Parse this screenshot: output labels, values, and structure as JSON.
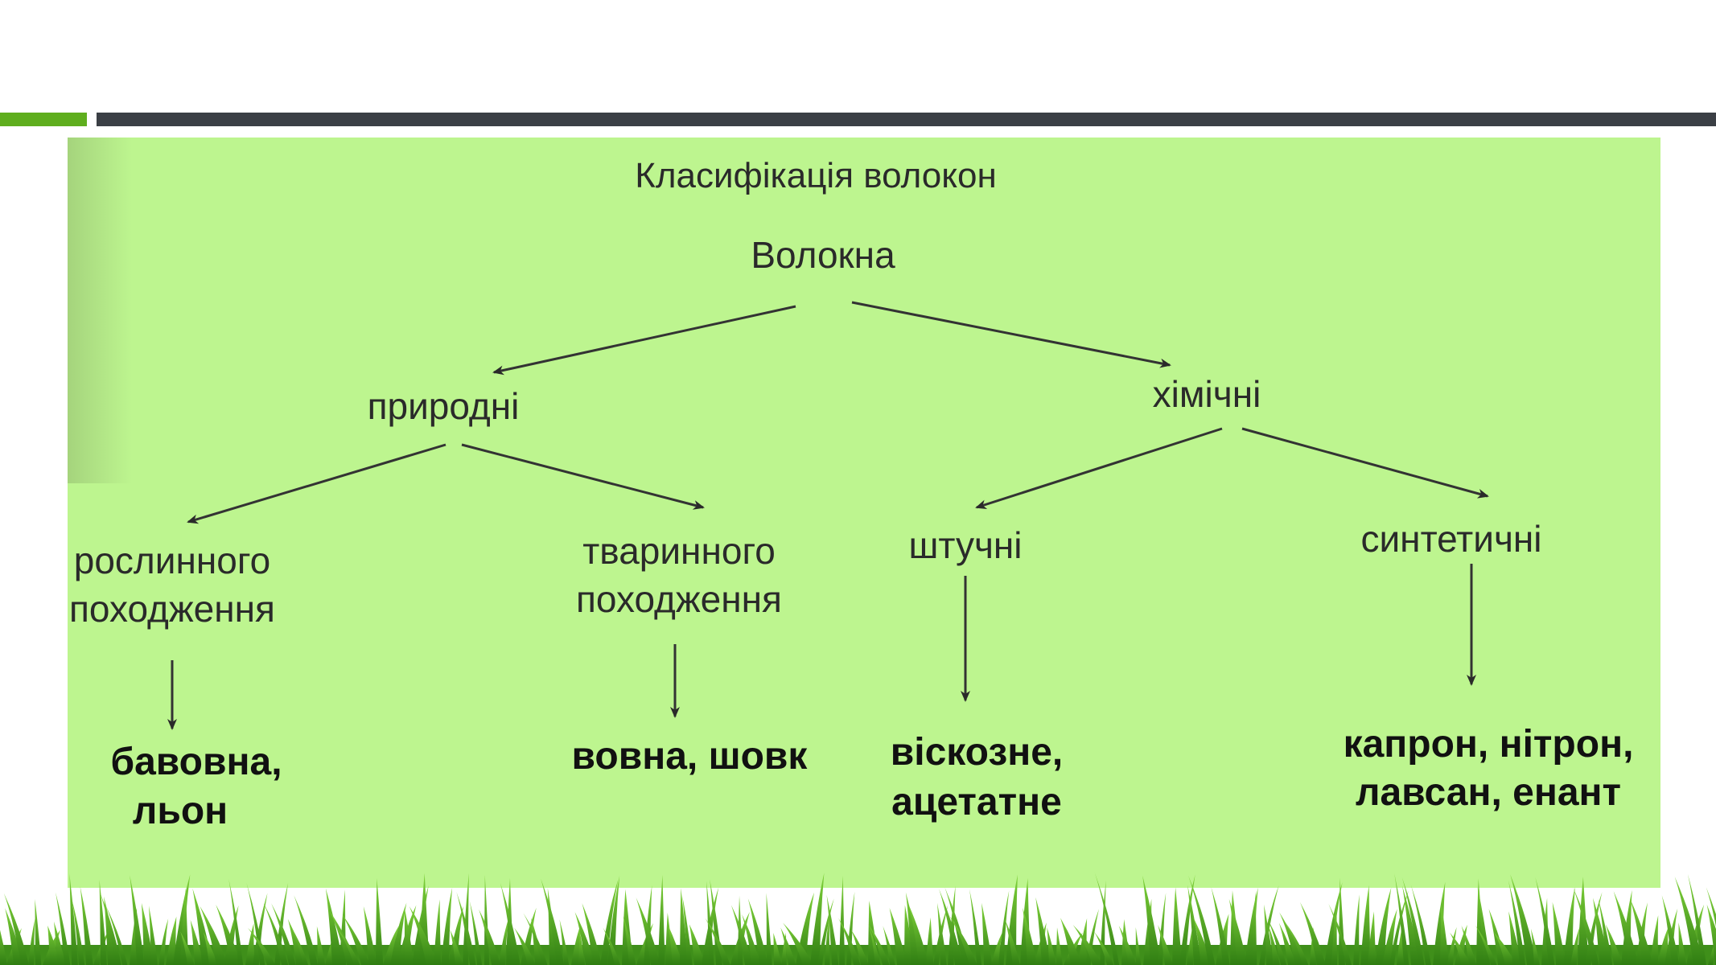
{
  "slide": {
    "accent_color": "#5fae1e",
    "bar_color": "#3b3f45",
    "panel_color": "#bdf58f"
  },
  "diagram": {
    "title": "Класифікація волокон",
    "root": "Волокна",
    "natural": "природні",
    "chemical": "хімічні",
    "plant_line1": "рослинного",
    "plant_line2": "походження",
    "animal_line1": "тваринного",
    "animal_line2": "походження",
    "artificial": "штучні",
    "synthetic": "синтетичні",
    "plant_examples_line1": "бавовна,",
    "plant_examples_line2": "льон",
    "animal_examples": "вовна, шовк",
    "artificial_examples_line1": "віскозне,",
    "artificial_examples_line2": "ацетатне",
    "synthetic_examples_line1": "капрон, нітрон,",
    "synthetic_examples_line2": "лавсан, енант"
  }
}
